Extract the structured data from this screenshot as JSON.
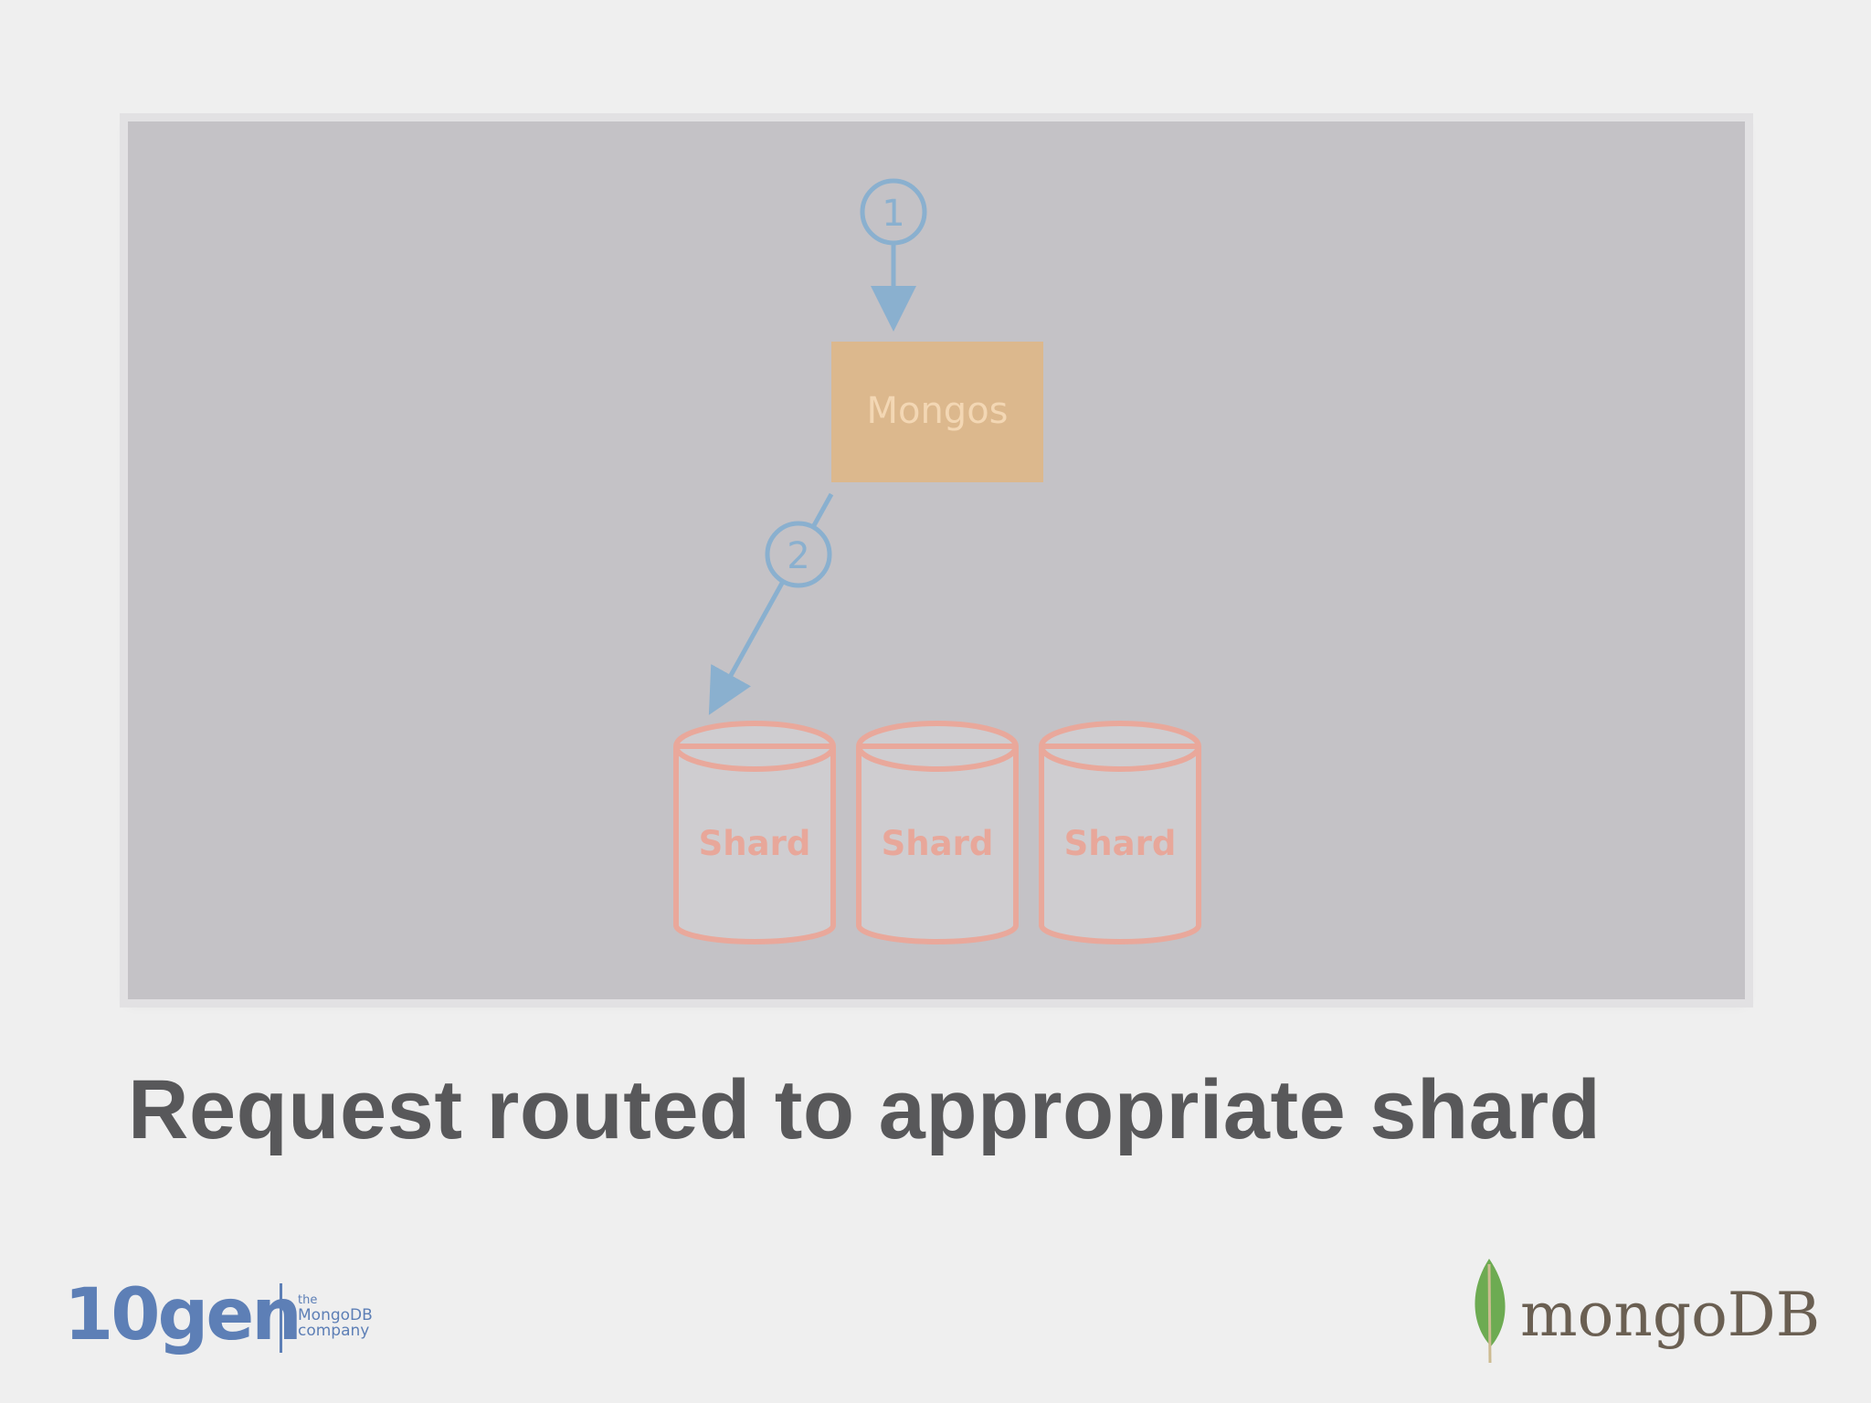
{
  "diagram": {
    "step_1": "1",
    "step_2": "2",
    "router_label": "Mongos",
    "shards": [
      "Shard",
      "Shard",
      "Shard"
    ]
  },
  "caption": "Request routed to appropriate shard",
  "logos": {
    "tenGen": {
      "word": "10gen",
      "tagline": [
        "the",
        "MongoDB",
        "company"
      ]
    },
    "mongodb": {
      "word": "mongoDB"
    }
  },
  "colors": {
    "background": "#efefef",
    "panel": "#c4c2c6",
    "arrow": "#8ab0cf",
    "router_box": "#dcb88d",
    "shard_stroke": "#e9a89b",
    "caption": "#58585a",
    "tenGen_blue": "#5d7fb6",
    "leaf_green": "#6dab52"
  }
}
